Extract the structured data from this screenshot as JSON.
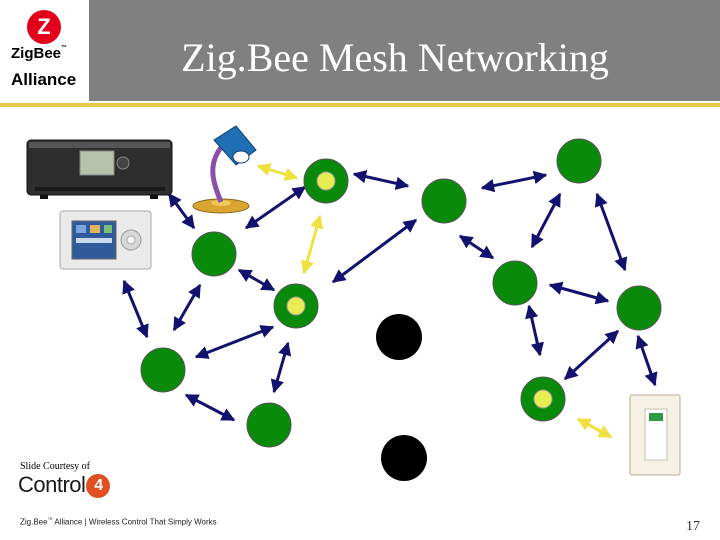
{
  "slide": {
    "title": "Zig.Bee Mesh Networking",
    "page_number": "17"
  },
  "logo": {
    "letter": "Z",
    "name": "ZigBee",
    "tm": "™",
    "sub": "Alliance"
  },
  "courtesy": {
    "text": "Slide Courtesy of",
    "brand_text": "Control",
    "brand_badge": "4"
  },
  "footer": {
    "brand": "Zig.Bee",
    "tm": "™",
    "text": " Alliance | Wireless Control That Simply Works"
  },
  "colors": {
    "header_bg": "#808080",
    "accent_rule": "#e8c84c",
    "node_green": "#0a8a0a",
    "node_black": "#000000",
    "router_core": "#e6ec52",
    "link_blue": "#12126e",
    "link_yellow": "#f0e040"
  },
  "diagram": {
    "nodes": [
      {
        "id": "n1",
        "kind": "coordinator"
      },
      {
        "id": "n2",
        "kind": "router"
      },
      {
        "id": "n3",
        "kind": "router"
      },
      {
        "id": "n4",
        "kind": "router"
      },
      {
        "id": "n5",
        "kind": "router"
      },
      {
        "id": "n6",
        "kind": "router"
      },
      {
        "id": "n7",
        "kind": "router"
      },
      {
        "id": "n8",
        "kind": "router"
      },
      {
        "id": "n9",
        "kind": "coordinator"
      },
      {
        "id": "n10",
        "kind": "router"
      },
      {
        "id": "n11",
        "kind": "coordinator"
      },
      {
        "id": "n12",
        "kind": "failed"
      },
      {
        "id": "n13",
        "kind": "failed"
      }
    ],
    "devices": [
      "media-controller-icon",
      "touch-panel-icon",
      "desk-lamp-icon",
      "light-switch-icon"
    ]
  }
}
